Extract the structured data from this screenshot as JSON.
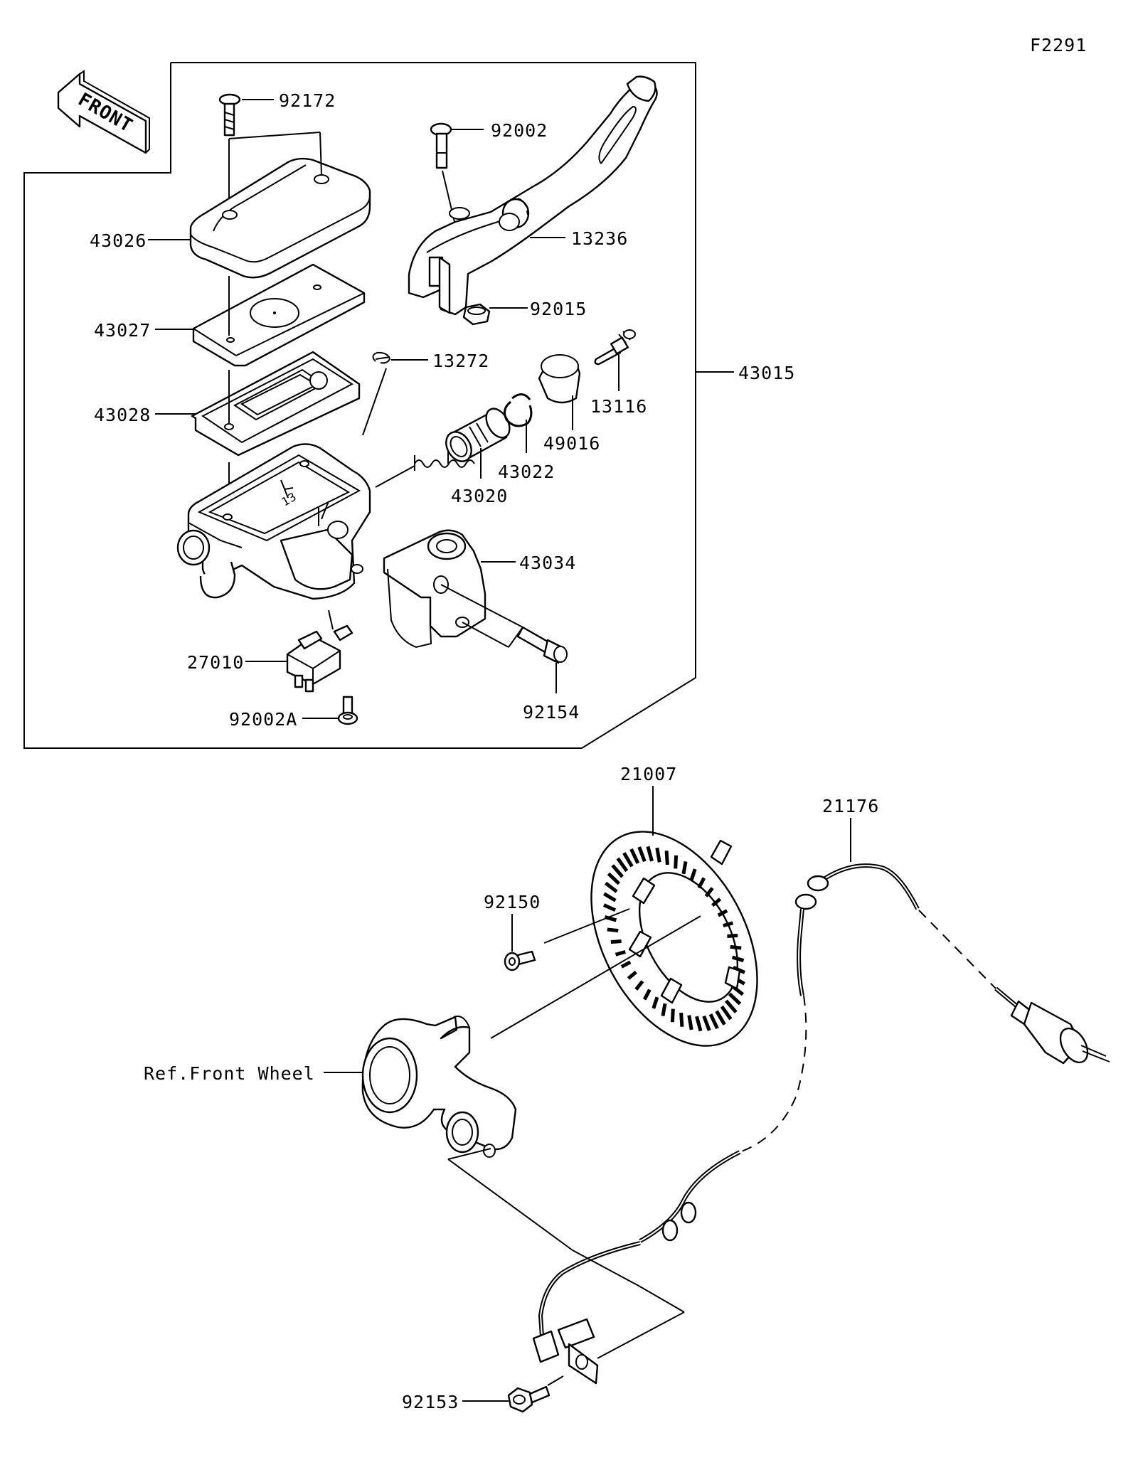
{
  "figure_id": "F2291",
  "front_label": "FRONT",
  "callouts": [
    {
      "id": "92172"
    },
    {
      "id": "92002"
    },
    {
      "id": "43026"
    },
    {
      "id": "13236"
    },
    {
      "id": "92015"
    },
    {
      "id": "43027"
    },
    {
      "id": "13272"
    },
    {
      "id": "43015"
    },
    {
      "id": "13116"
    },
    {
      "id": "43028"
    },
    {
      "id": "49016"
    },
    {
      "id": "43022"
    },
    {
      "id": "43020"
    },
    {
      "id": "43034"
    },
    {
      "id": "27010"
    },
    {
      "id": "92154"
    },
    {
      "id": "92002A"
    },
    {
      "id": "21007"
    },
    {
      "id": "21176"
    },
    {
      "id": "92150"
    },
    {
      "id": "Ref.Front Wheel"
    },
    {
      "id": "92153"
    }
  ]
}
